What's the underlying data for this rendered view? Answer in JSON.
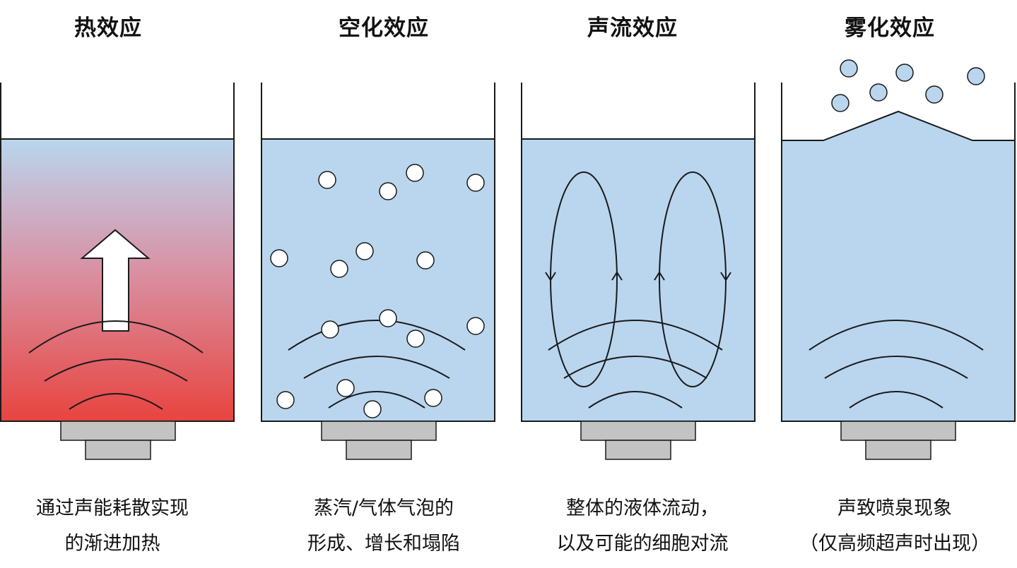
{
  "panels": [
    {
      "id": "thermal",
      "title": "热效应",
      "caption": [
        "通过声能耗散实现",
        "的渐进加热"
      ]
    },
    {
      "id": "cavitation",
      "title": "空化效应",
      "caption": [
        "蒸汽/气体气泡的",
        "形成、增长和塌陷"
      ]
    },
    {
      "id": "streaming",
      "title": "声流效应",
      "caption": [
        "整体的液体流动，",
        "以及可能的细胞对流"
      ]
    },
    {
      "id": "atomization",
      "title": "雾化效应",
      "caption": [
        "声致喷泉现象",
        "（仅高频超声时出现）"
      ]
    }
  ],
  "colors": {
    "liquid": "#b9d6ee",
    "heat_top": "#b9d6ee",
    "heat_bottom": "#e8443f",
    "transducer": "#c3c3c3",
    "outline": "#1a1a1a",
    "bubble_fill": "#ffffff"
  },
  "icons": {
    "heat_arrow": "up-arrow-icon",
    "bubble": "bubble-icon",
    "wave": "acoustic-wave-arc",
    "flow_loop": "circulation-loop-arrow",
    "transducer": "ultrasonic-transducer"
  }
}
